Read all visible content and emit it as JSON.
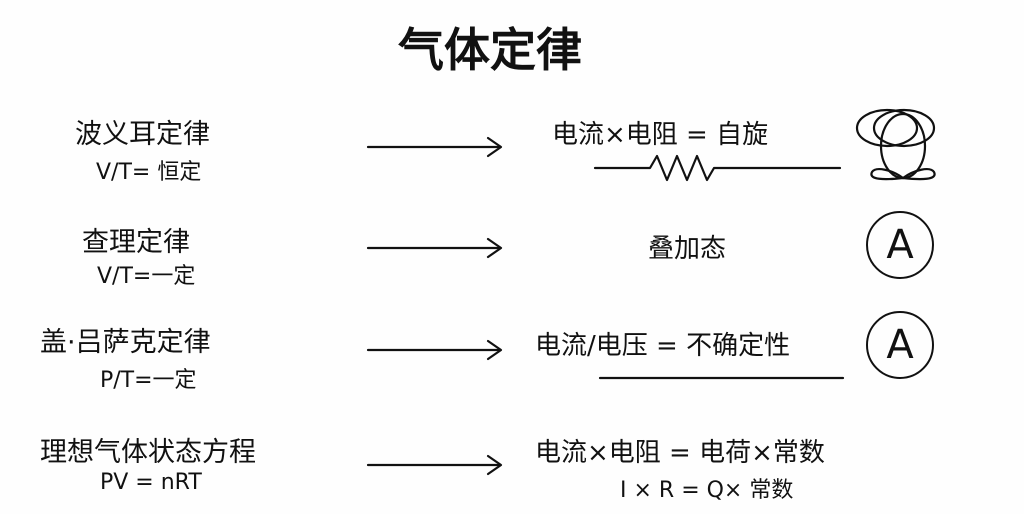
{
  "title": "气体定律",
  "rows": [
    {
      "law": "波义耳定律",
      "formula": "V/T= 恒定",
      "result": "电流×电阻 = 自旋",
      "result_sub": "",
      "icon": "spin-loops-icon"
    },
    {
      "law": "查理定律",
      "formula": "V/T=一定",
      "result": "叠加态",
      "result_sub": "",
      "icon": "circled-a-icon",
      "icon_label": "A"
    },
    {
      "law": "盖·吕萨克定律",
      "formula": "P/T=一定",
      "result": "电流/电压 = 不确定性",
      "result_sub": "",
      "icon": "circled-a-icon",
      "icon_label": "A"
    },
    {
      "law": "理想气体状态方程",
      "formula": "PV = nRT",
      "result": "电流×电阻 = 电荷×常数",
      "result_sub": "I × R = Q× 常数"
    }
  ]
}
